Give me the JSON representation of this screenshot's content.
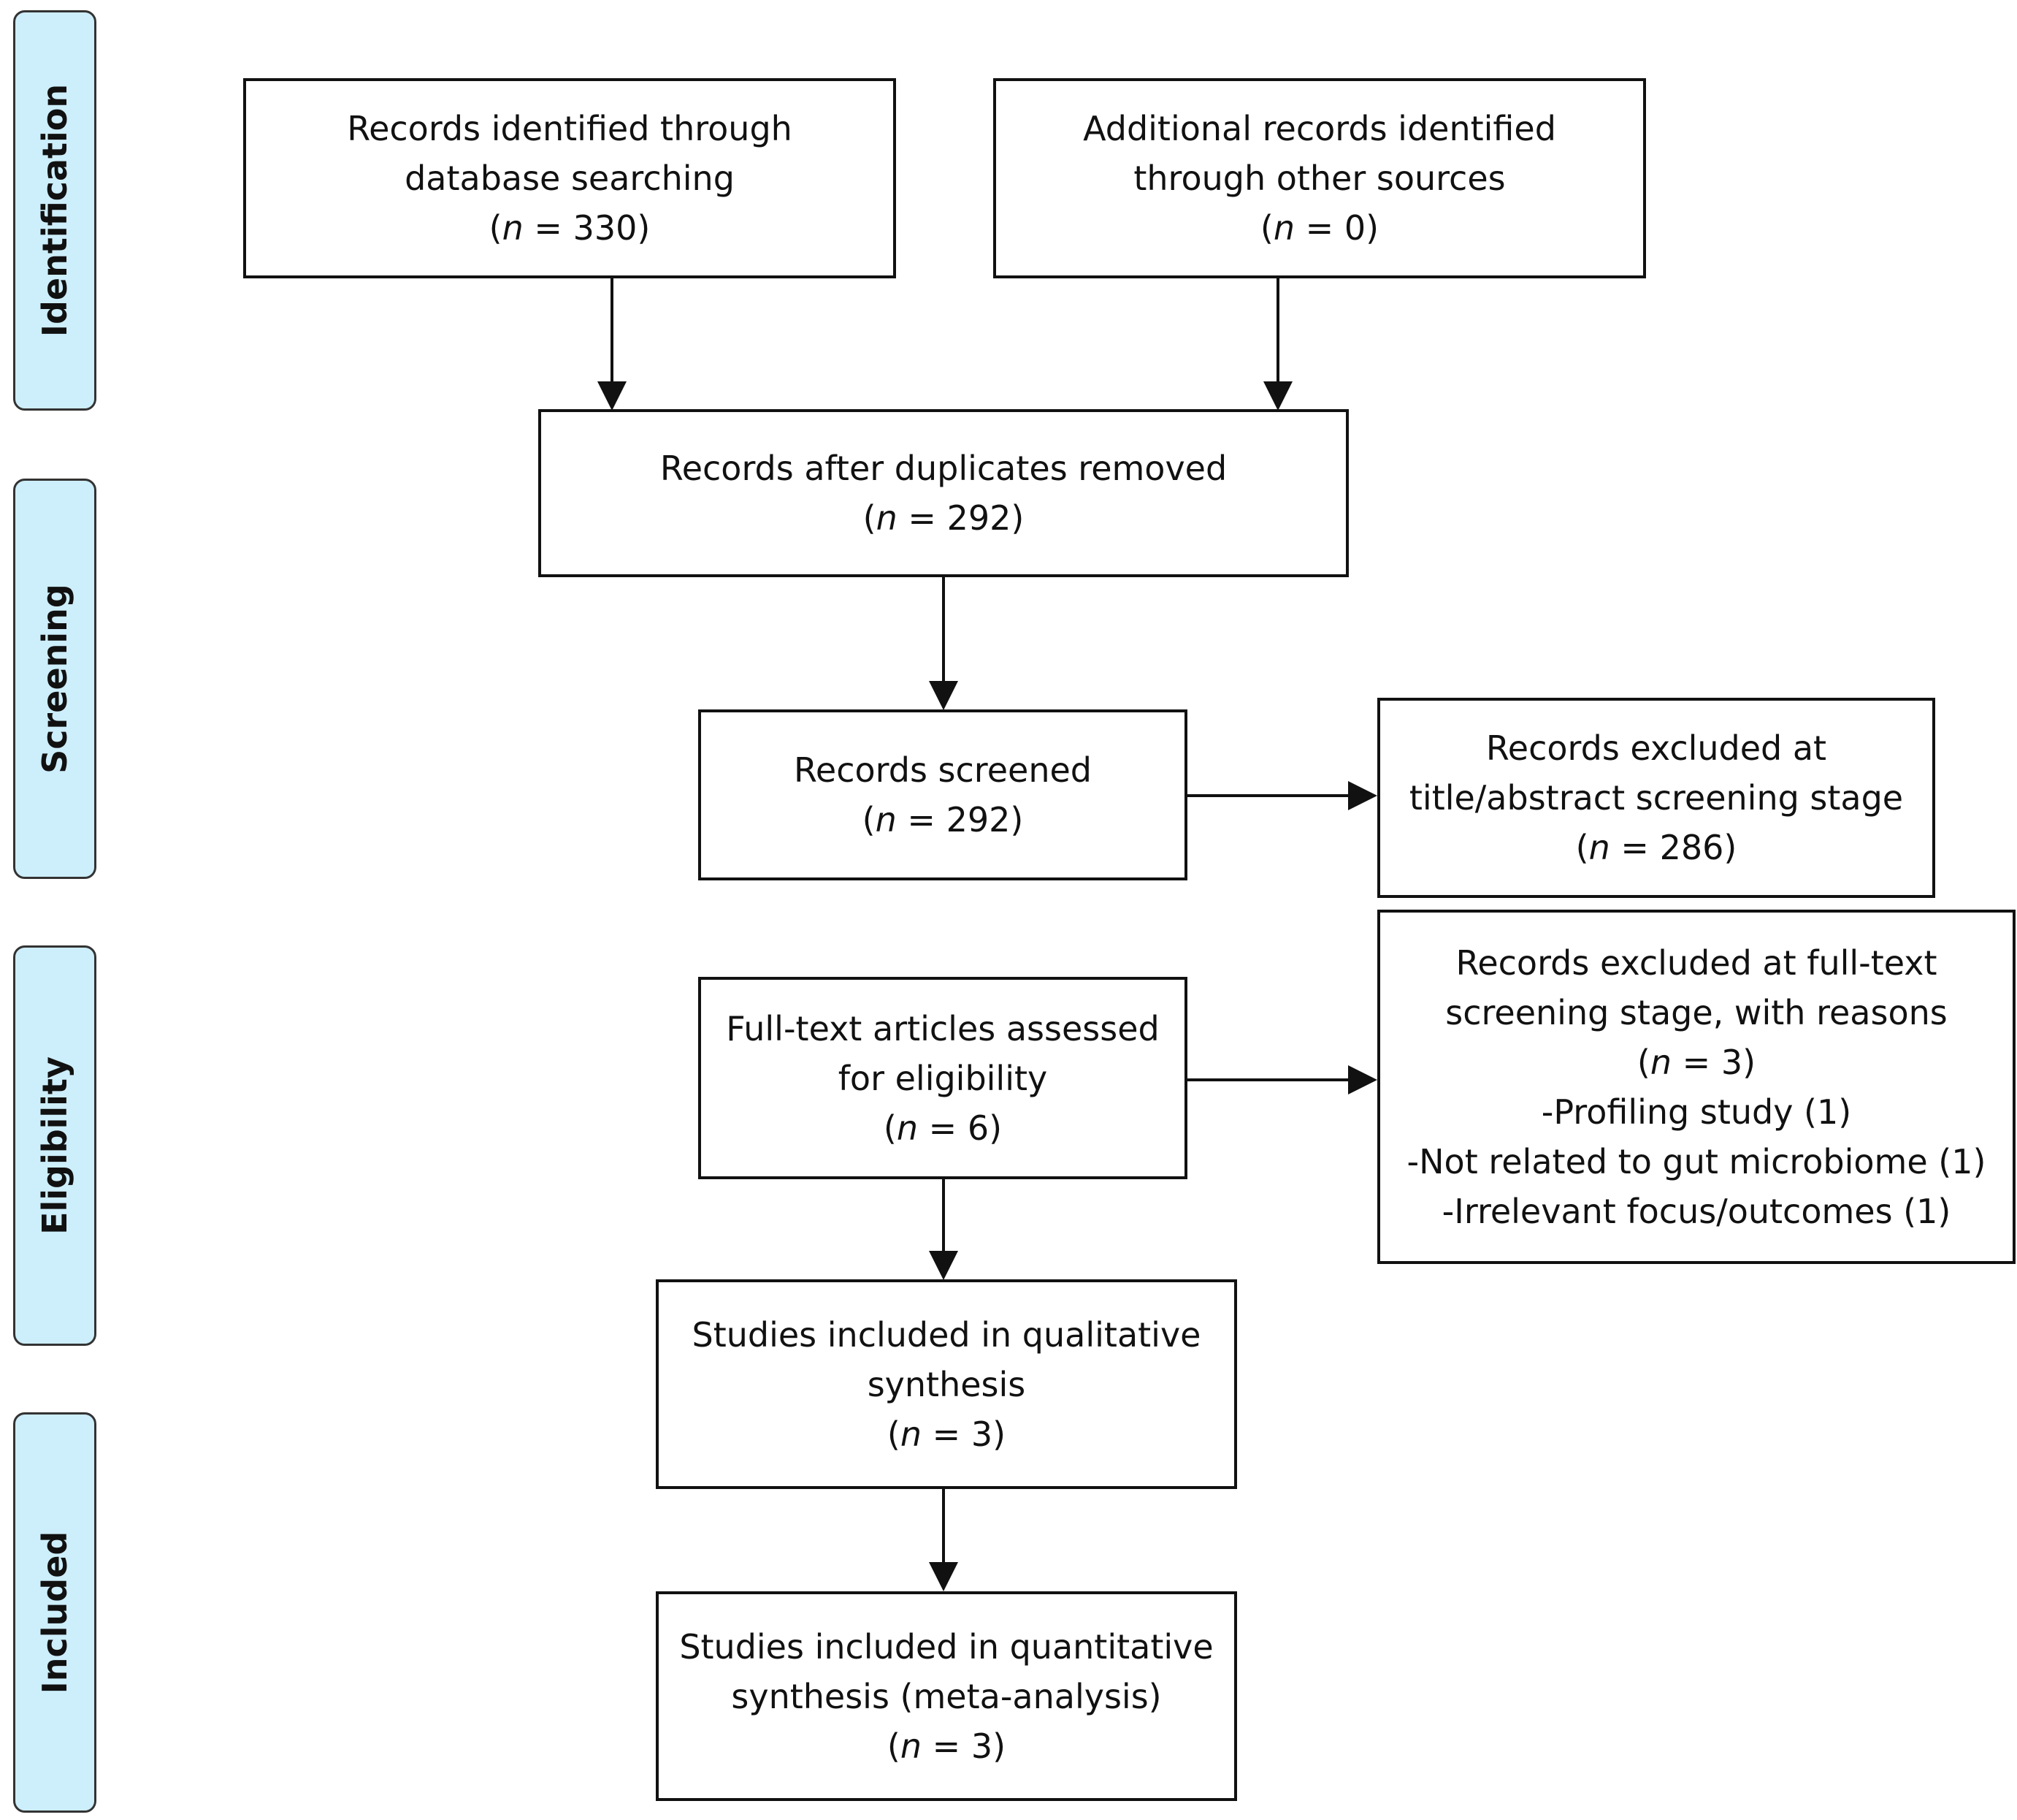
{
  "phases": {
    "identification": "Identification",
    "screening": "Screening",
    "eligibility": "Eligibility",
    "included": "Included"
  },
  "boxes": {
    "db_search": {
      "lines": [
        "Records identified through",
        "database searching"
      ],
      "n": "330"
    },
    "other_sources": {
      "lines": [
        "Additional records identified",
        "through other sources"
      ],
      "n": "0"
    },
    "duplicates_removed": {
      "lines": [
        "Records after duplicates removed"
      ],
      "n": "292"
    },
    "screened": {
      "lines": [
        "Records screened"
      ],
      "n": "292"
    },
    "excluded_title": {
      "lines": [
        "Records excluded at",
        "title/abstract screening stage"
      ],
      "n": "286"
    },
    "fulltext": {
      "lines": [
        "Full-text articles assessed",
        "for eligibility"
      ],
      "n": "6"
    },
    "excluded_fulltext": {
      "lines": [
        "Records excluded at full-text",
        "screening stage, with reasons"
      ],
      "n": "3",
      "reasons": [
        "-Profiling study (1)",
        "-Not related to gut microbiome (1)",
        "-Irrelevant focus/outcomes (1)"
      ]
    },
    "qualitative": {
      "lines": [
        "Studies included in qualitative",
        "synthesis"
      ],
      "n": "3"
    },
    "quantitative": {
      "lines": [
        "Studies included in quantitative",
        "synthesis (meta-analysis)"
      ],
      "n": "3"
    }
  },
  "n_symbol": "n",
  "colors": {
    "phase_fill": "#cdeefb",
    "stroke": "#111111"
  }
}
